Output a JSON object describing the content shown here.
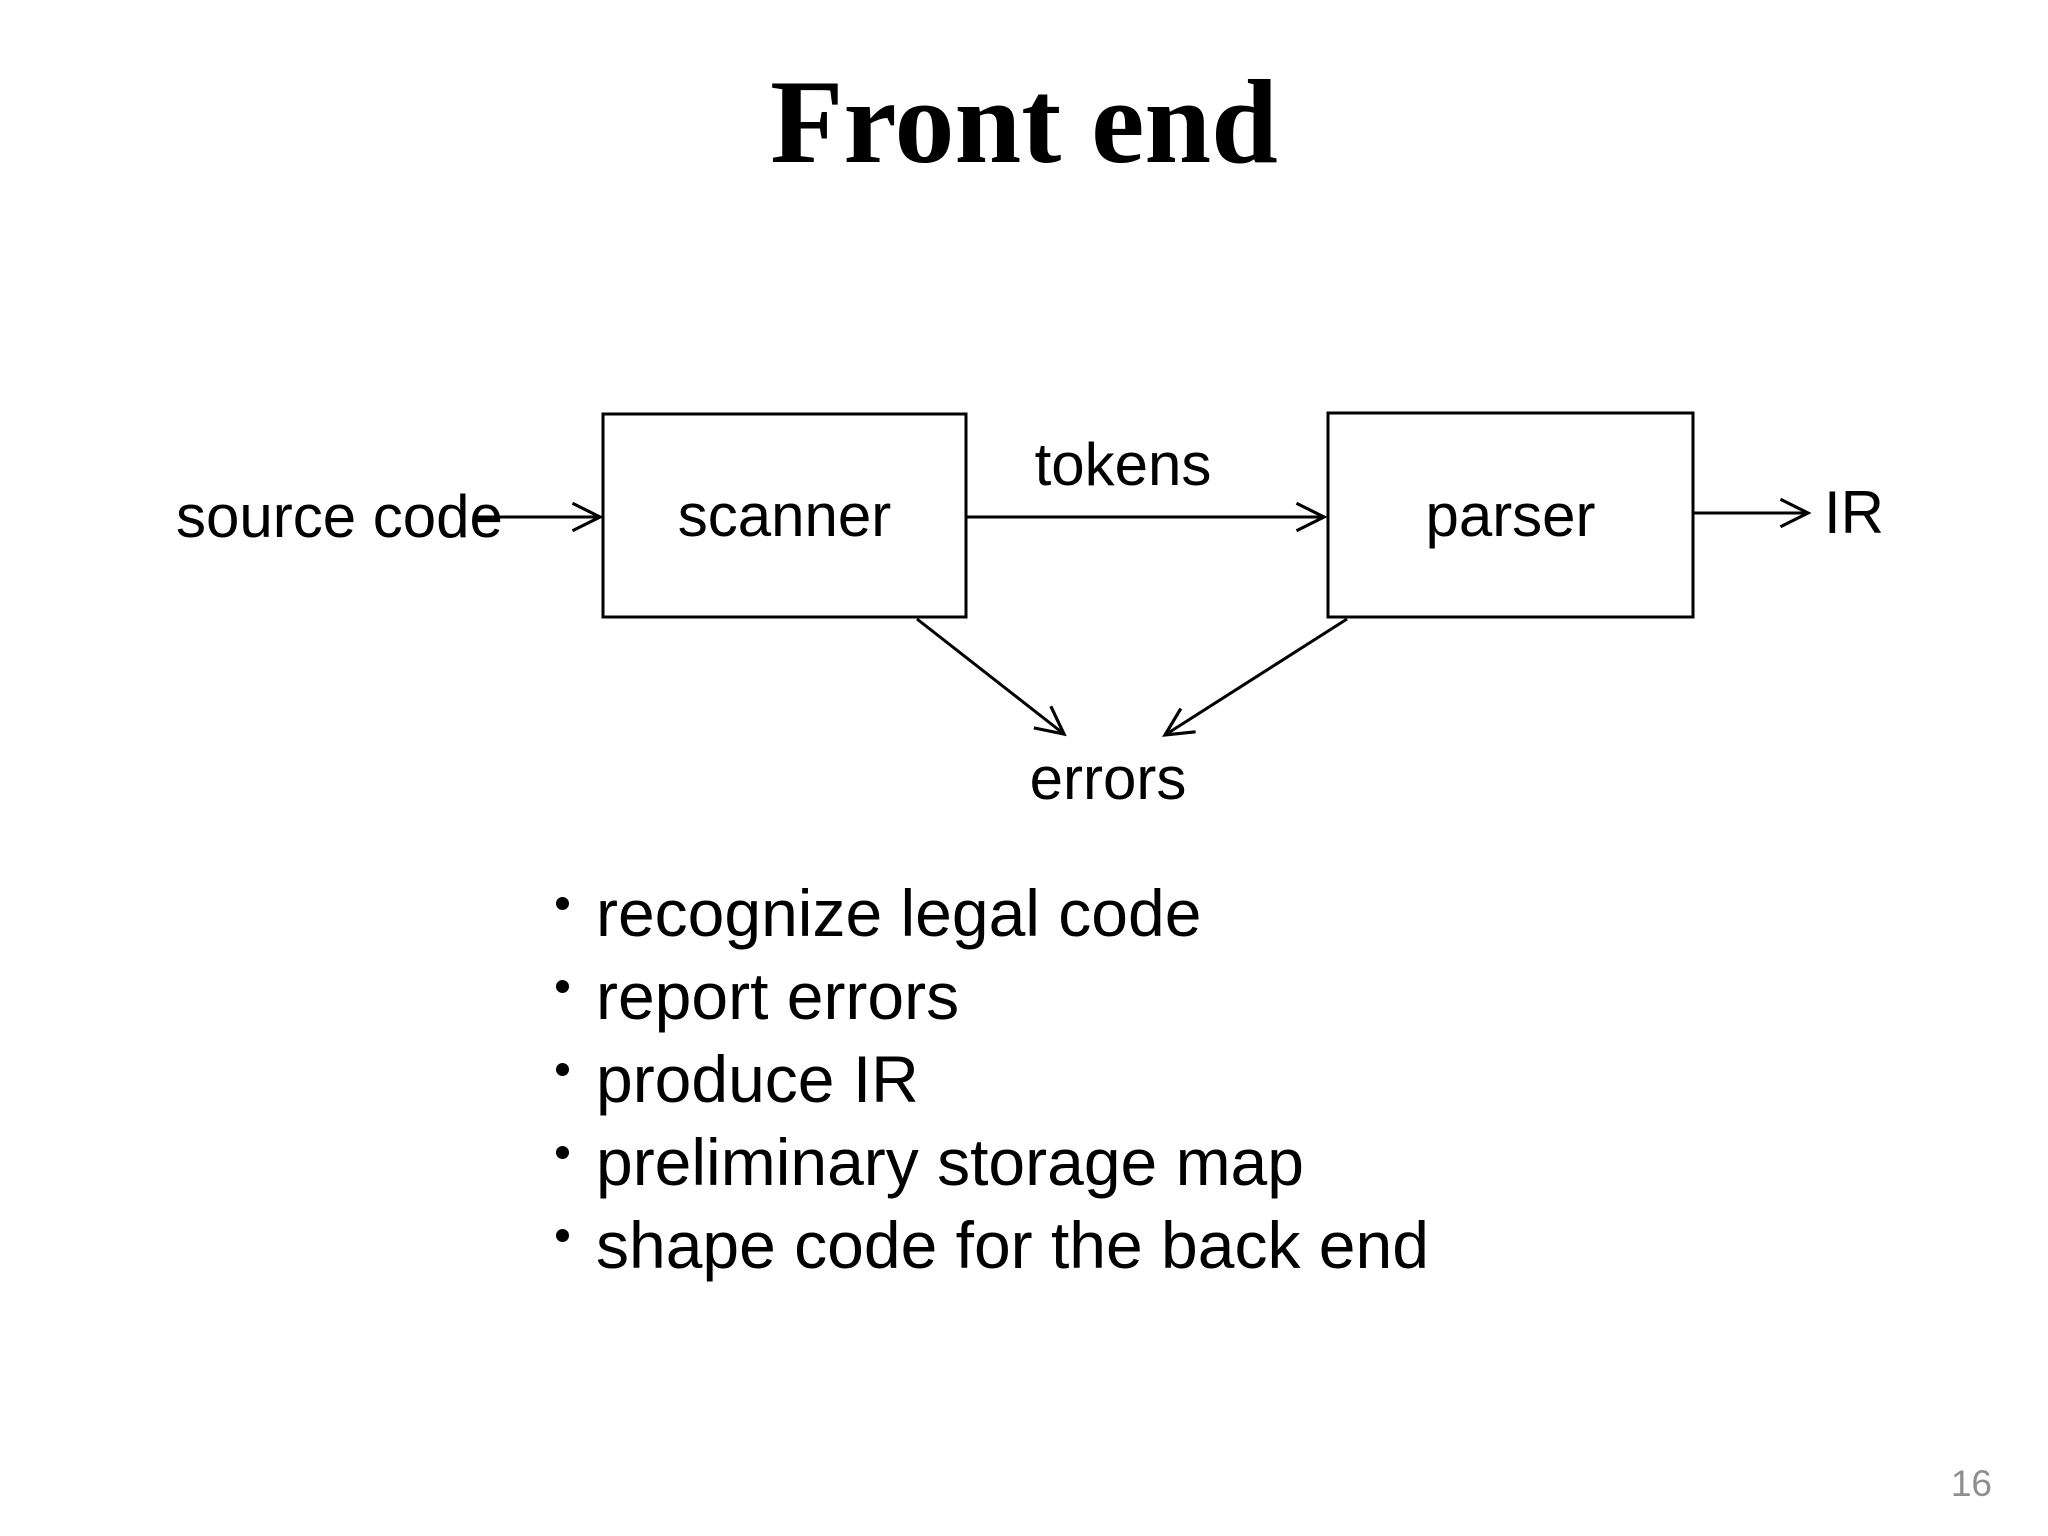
{
  "slide": {
    "title": "Front end",
    "page_number": "16"
  },
  "diagram": {
    "input_label": "source code",
    "scanner_box_label": "scanner",
    "parser_box_label": "parser",
    "tokens_arrow_label": "tokens",
    "output_label": "IR",
    "errors_label": "errors"
  },
  "bullets": {
    "items": [
      "recognize legal code",
      "report errors",
      "produce IR",
      "preliminary storage map",
      "shape code for the back end"
    ]
  },
  "colors": {
    "text": "#000000",
    "line": "#000000",
    "page_number": "#8f8f8f",
    "background": "#ffffff"
  }
}
